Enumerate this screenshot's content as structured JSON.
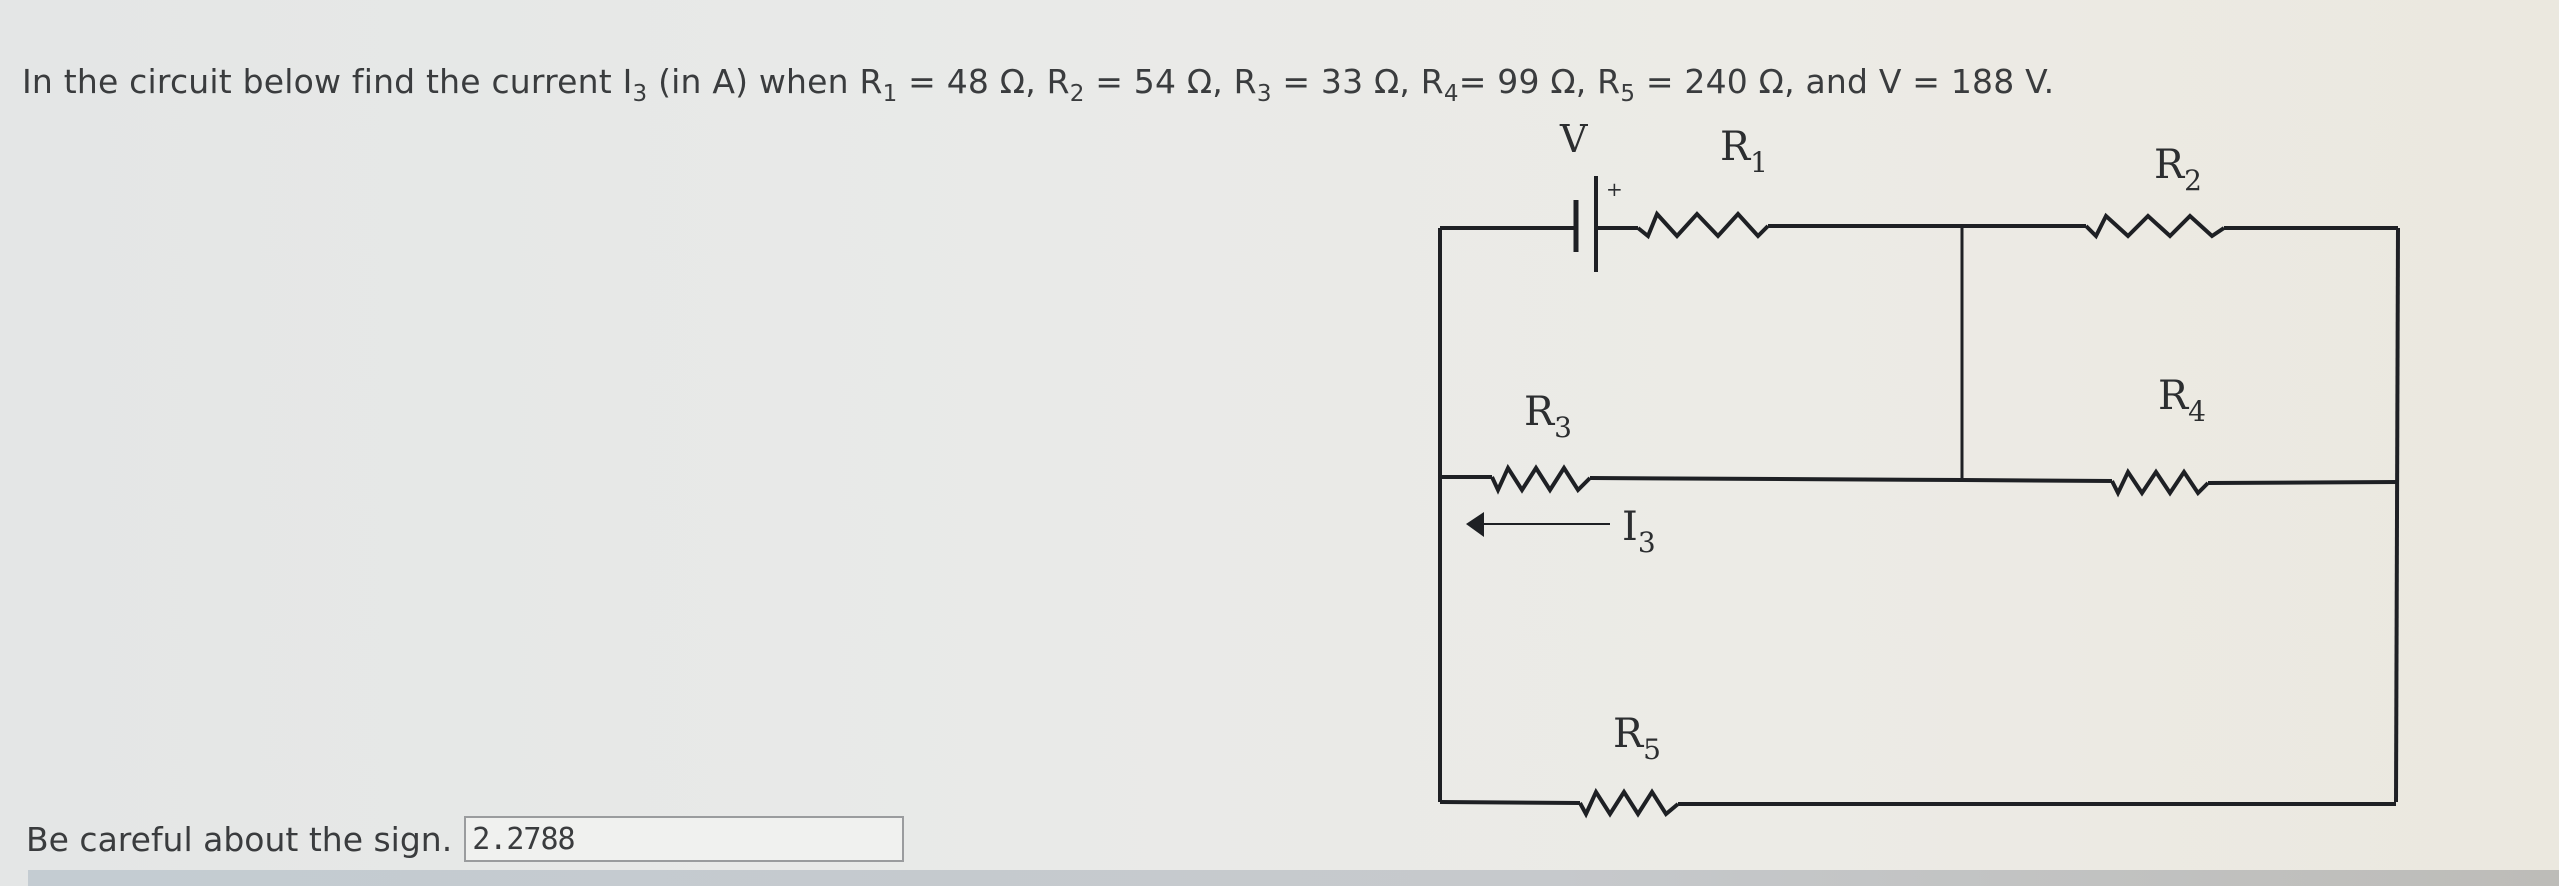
{
  "question": {
    "prefix": "In the circuit below find the current ",
    "current_symbol": "I",
    "current_sub": "3",
    "unit_text": " (in A) when ",
    "params": [
      {
        "sym": "R",
        "sub": "1",
        "rest": " = 48 Ω, "
      },
      {
        "sym": "R",
        "sub": "2",
        "rest": " = 54 Ω, "
      },
      {
        "sym": "R",
        "sub": "3",
        "rest": " = 33 Ω, "
      },
      {
        "sym": "R",
        "sub": "4",
        "rest": "= 99 Ω, "
      },
      {
        "sym": "R",
        "sub": "5",
        "rest": " = 240 Ω, and V = 188 V."
      }
    ]
  },
  "circuit": {
    "labels": {
      "V": "V",
      "plus": "+",
      "R1": {
        "main": "R",
        "sub": "1"
      },
      "R2": {
        "main": "R",
        "sub": "2"
      },
      "R3": {
        "main": "R",
        "sub": "3"
      },
      "R4": {
        "main": "R",
        "sub": "4"
      },
      "R5": {
        "main": "R",
        "sub": "5"
      },
      "I3": {
        "main": "I",
        "sub": "3"
      }
    },
    "values": {
      "R1": "48 Ω",
      "R2": "54 Ω",
      "R3": "33 Ω",
      "R4": "99 Ω",
      "R5": "240 Ω",
      "V": "188 V"
    },
    "current_direction": "left"
  },
  "answer": {
    "label": "Be careful about the sign.",
    "value": "2.2788"
  }
}
